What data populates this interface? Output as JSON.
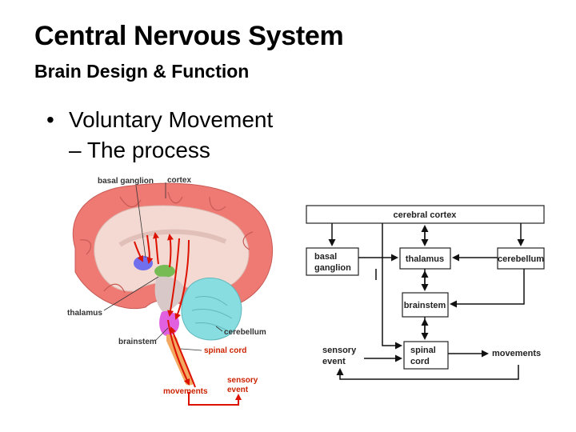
{
  "slide": {
    "title": "Central Nervous System",
    "subtitle": "Brain Design & Function",
    "bullet": "Voluntary Movement",
    "sub_bullet": "– The process"
  },
  "brain_figure": {
    "labels": {
      "basal_ganglion": "basal ganglion",
      "cortex": "cortex",
      "thalamus": "thalamus",
      "cerebellum": "cerebellum",
      "brainstem": "brainstem",
      "spinal_cord": "spinal cord",
      "sensory_event_1": "sensory",
      "sensory_event_2": "event",
      "movements": "movements"
    },
    "colors": {
      "cortex": "#ee7a73",
      "white_matter": "#f4d9d2",
      "basal_ganglion": "#7070ee",
      "thalamus": "#77bb55",
      "cerebellum": "#88dde0",
      "brainstem": "#e060e0",
      "spinal_cord": "#f2a860",
      "arrows": "#dd1100"
    }
  },
  "flowchart": {
    "cerebral_cortex": "cerebral cortex",
    "basal_ganglion_1": "basal",
    "basal_ganglion_2": "ganglion",
    "thalamus": "thalamus",
    "cerebellum": "cerebellum",
    "brainstem": "brainstem",
    "spinal_cord_1": "spinal",
    "spinal_cord_2": "cord",
    "sensory_event_1": "sensory",
    "sensory_event_2": "event",
    "movements": "movements"
  }
}
